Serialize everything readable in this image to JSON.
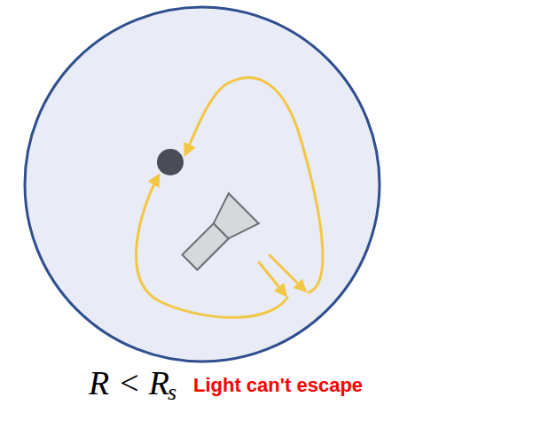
{
  "diagram": {
    "labels": [
      "R < R",
      "s",
      "Light can't escape"
    ]
  }
}
